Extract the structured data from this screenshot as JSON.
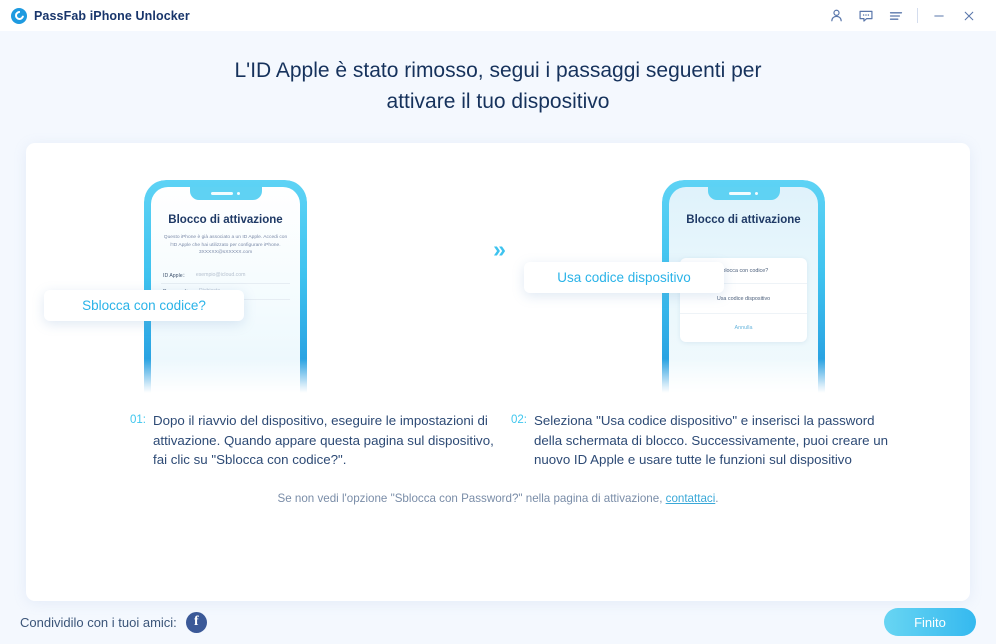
{
  "titlebar": {
    "app_name": "PassFab iPhone Unlocker",
    "logo_icon": "passfab-logo-icon",
    "controls": [
      {
        "name": "account-icon",
        "glyph": "person"
      },
      {
        "name": "feedback-icon",
        "glyph": "chat-bubble"
      },
      {
        "name": "menu-icon",
        "glyph": "hamburger"
      },
      {
        "name": "minimize-icon",
        "glyph": "minus"
      },
      {
        "name": "close-icon",
        "glyph": "cross"
      }
    ]
  },
  "heading": {
    "line1": "L'ID Apple è stato rimosso, segui i passaggi seguenti per",
    "line2": "attivare il tuo dispositivo"
  },
  "phone1": {
    "screen_title": "Blocco di attivazione",
    "screen_body": "Questo iPhone è già associato a un ID Apple. Accedi con l'ID Apple che hai utilizzato per configurare iPhone. 3XXXXX@sXXXXX.com",
    "field1_label": "ID Apple：",
    "field1_value": "esempio@icloud.com",
    "field2_label": "Password：",
    "field2_value": "Richiesta",
    "callout": "Sblocca con codice?"
  },
  "phone2": {
    "screen_title": "Blocco di attivazione",
    "option1": "Sblocca con codice?",
    "option2": "Usa codice dispositivo",
    "option_cancel": "Annulla",
    "callout": "Usa codice dispositivo"
  },
  "arrow": "»",
  "steps": [
    {
      "number": "01:",
      "text": "Dopo il riavvio del dispositivo, eseguire le impostazioni di attivazione. Quando appare questa pagina sul dispositivo, fai clic su \"Sblocca con codice?\"."
    },
    {
      "number": "02:",
      "text": "Seleziona \"Usa codice dispositivo\" e inserisci la password della schermata di blocco. Successivamente, puoi creare un nuovo ID Apple e usare tutte le funzioni sul dispositivo"
    }
  ],
  "hint": {
    "prefix": "Se non vedi l'opzione \"Sblocca con Password?\" nella pagina di attivazione, ",
    "link": "contattaci",
    "suffix": "."
  },
  "footer": {
    "share_label": "Condividilo con i tuoi amici:",
    "facebook_glyph": "f",
    "finish_label": "Finito"
  },
  "colors": {
    "accent": "#3ec6ee",
    "brand_dark": "#18356b",
    "facebook": "#3b5998",
    "page_bg": "#f4f8fe"
  }
}
